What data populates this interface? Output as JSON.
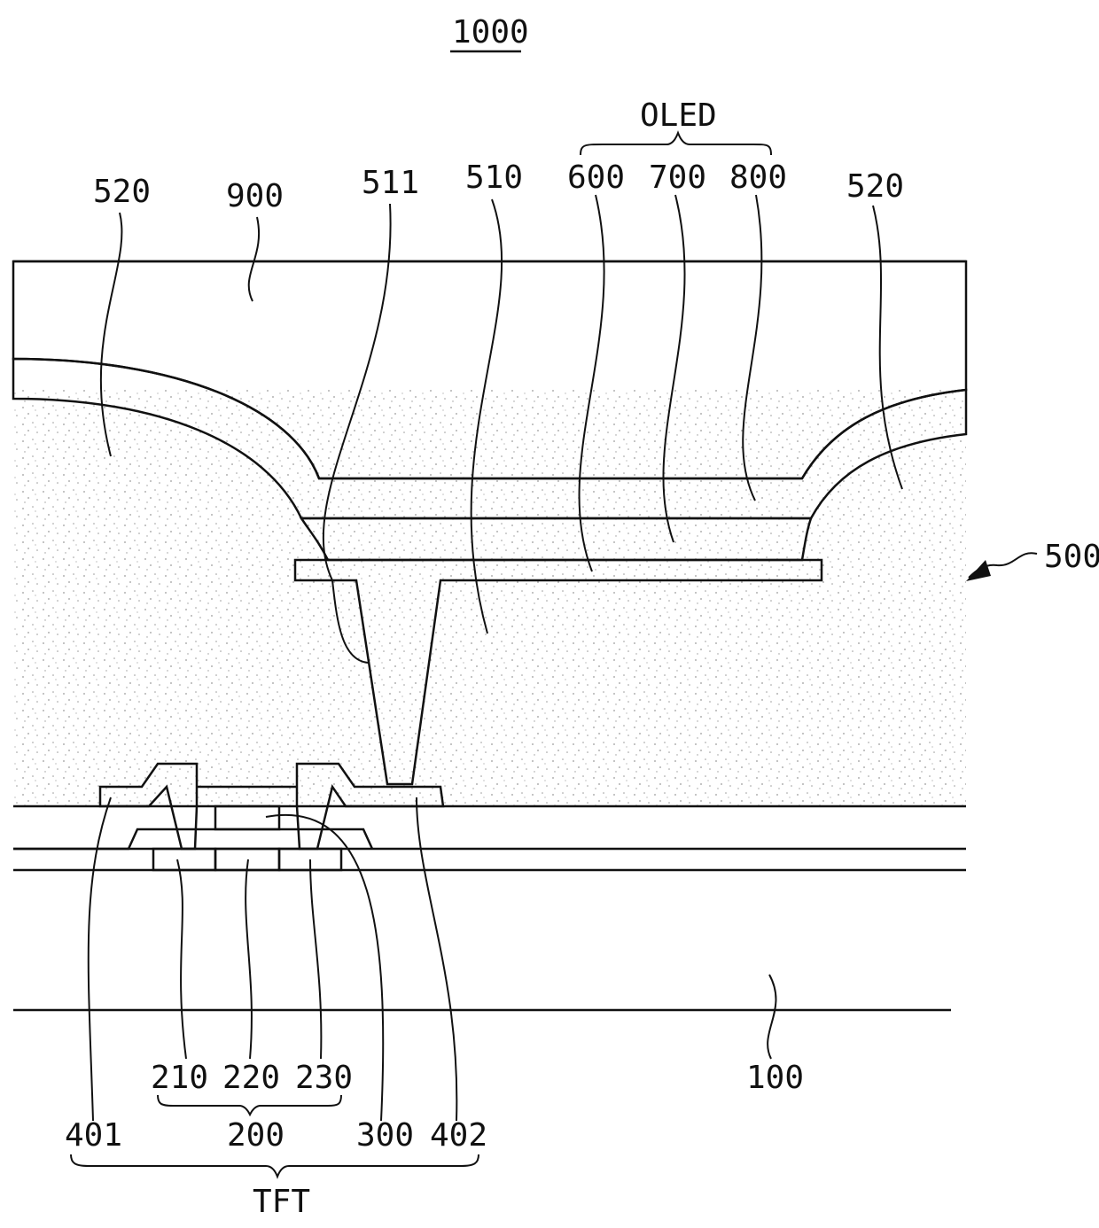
{
  "figure_number": "1000",
  "labels": {
    "oled": "OLED",
    "tft": "TFT",
    "l520_left": "520",
    "l900": "900",
    "l511": "511",
    "l510": "510",
    "l600": "600",
    "l700": "700",
    "l800": "800",
    "l520_right": "520",
    "l500": "500",
    "l100": "100",
    "l210": "210",
    "l220": "220",
    "l230": "230",
    "l200": "200",
    "l401": "401",
    "l300": "300",
    "l402": "402"
  },
  "colors": {
    "line": "#111111",
    "background": "#ffffff",
    "stipple": "#9a9a9a"
  }
}
